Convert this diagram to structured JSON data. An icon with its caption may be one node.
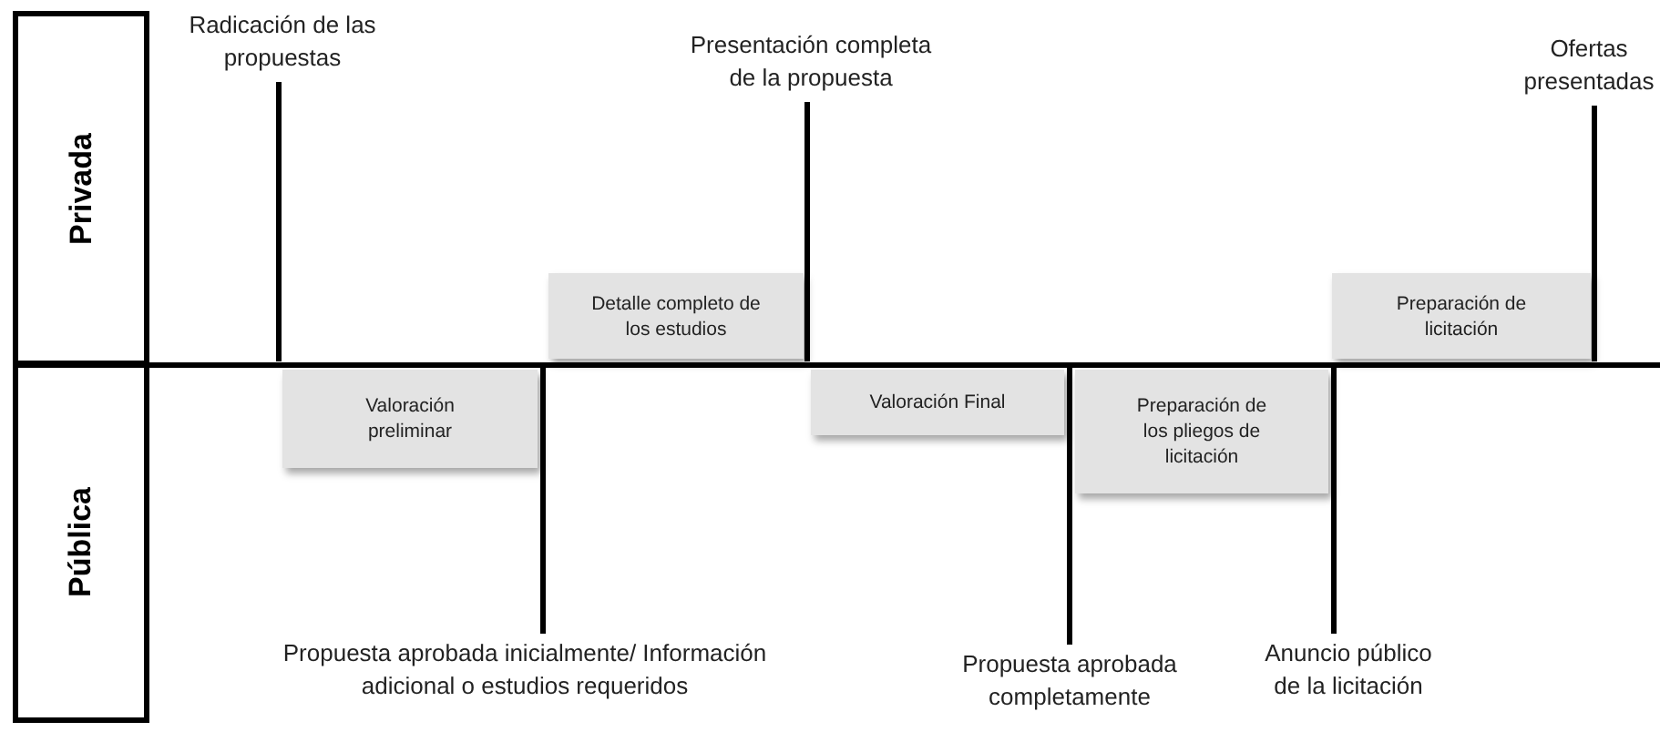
{
  "diagram": {
    "nodes": [
      {
        "text": [
          "Privada"
        ]
      },
      {
        "text": [
          "Pública"
        ]
      },
      {
        "text": [
          "Radicación de las propuestas"
        ]
      },
      {
        "text": [
          "Presentación completa de la propuesta"
        ]
      },
      {
        "text": [
          "Ofertas presentadas"
        ]
      },
      {
        "text": [
          "Detalle completo de los estudios"
        ]
      },
      {
        "text": [
          "Preparación de licitación"
        ]
      },
      {
        "text": [
          "Valoración preliminar"
        ]
      },
      {
        "text": [
          "Valoración Final"
        ]
      },
      {
        "text": [
          "Preparación de los pliegos de licitación"
        ]
      },
      {
        "text": [
          "Propuesta aprobada inicialmente/ Información adicional o estudios requeridos"
        ]
      },
      {
        "text": [
          "Propuesta aprobada completamente"
        ]
      },
      {
        "text": [
          "Anuncio público de la licitación"
        ]
      },
      {
        "text": [],
        "shape": "bar"
      }
    ],
    "edges": [
      {
        "from": 2,
        "to": 13,
        "arrow": "none"
      },
      {
        "from": 3,
        "to": 13,
        "arrow": "none"
      },
      {
        "from": 4,
        "to": 13,
        "arrow": "none"
      },
      {
        "from": 10,
        "to": 13,
        "arrow": "none"
      },
      {
        "from": 11,
        "to": 13,
        "arrow": "none"
      },
      {
        "from": 12,
        "to": 13,
        "arrow": "none"
      }
    ]
  }
}
